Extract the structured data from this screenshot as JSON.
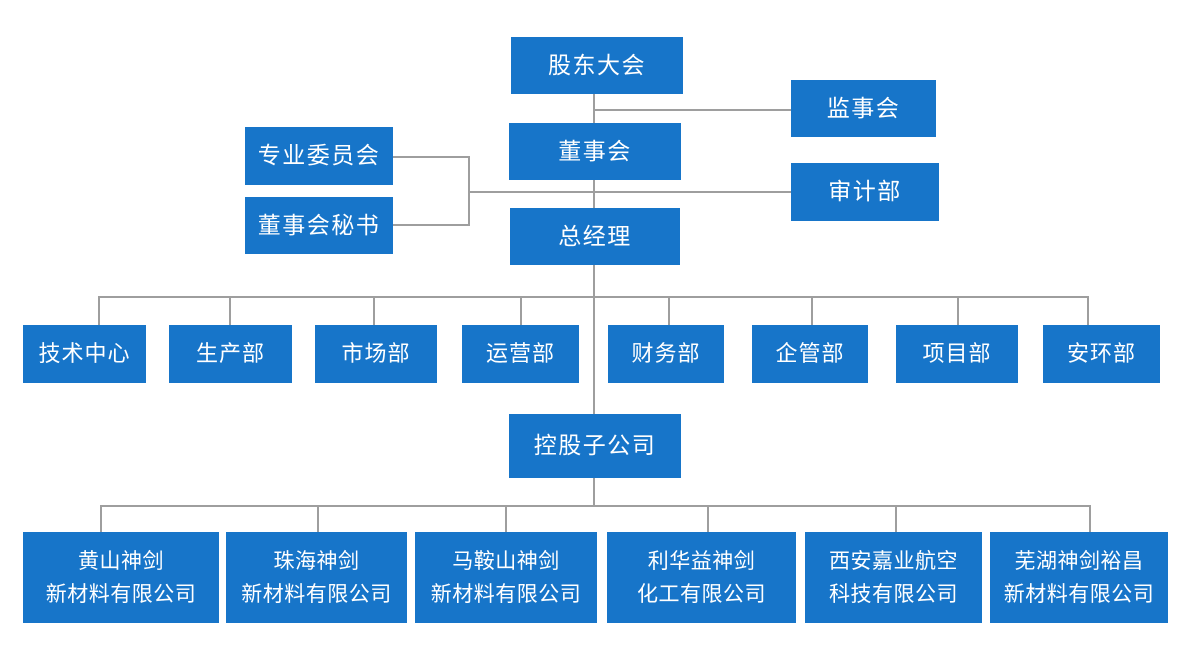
{
  "org_chart": {
    "colors": {
      "node_fill": "#1775C9",
      "node_text": "#FFFFFF",
      "connector_line": "#9E9E9E",
      "background": "#FFFFFF"
    },
    "nodes": {
      "shareholders_meeting": "股东大会",
      "supervisory_board": "监事会",
      "board_of_directors": "董事会",
      "special_committees": "专业委员会",
      "board_secretary": "董事会秘书",
      "audit_department": "审计部",
      "general_manager": "总经理",
      "holding_subsidiaries": "控股子公司"
    },
    "departments": [
      "技术中心",
      "生产部",
      "市场部",
      "运营部",
      "财务部",
      "企管部",
      "项目部",
      "安环部"
    ],
    "subsidiaries": [
      {
        "line1": "黄山神剑",
        "line2": "新材料有限公司"
      },
      {
        "line1": "珠海神剑",
        "line2": "新材料有限公司"
      },
      {
        "line1": "马鞍山神剑",
        "line2": "新材料有限公司"
      },
      {
        "line1": "利华益神剑",
        "line2": "化工有限公司"
      },
      {
        "line1": "西安嘉业航空",
        "line2": "科技有限公司"
      },
      {
        "line1": "芜湖神剑裕昌",
        "line2": "新材料有限公司"
      }
    ]
  }
}
